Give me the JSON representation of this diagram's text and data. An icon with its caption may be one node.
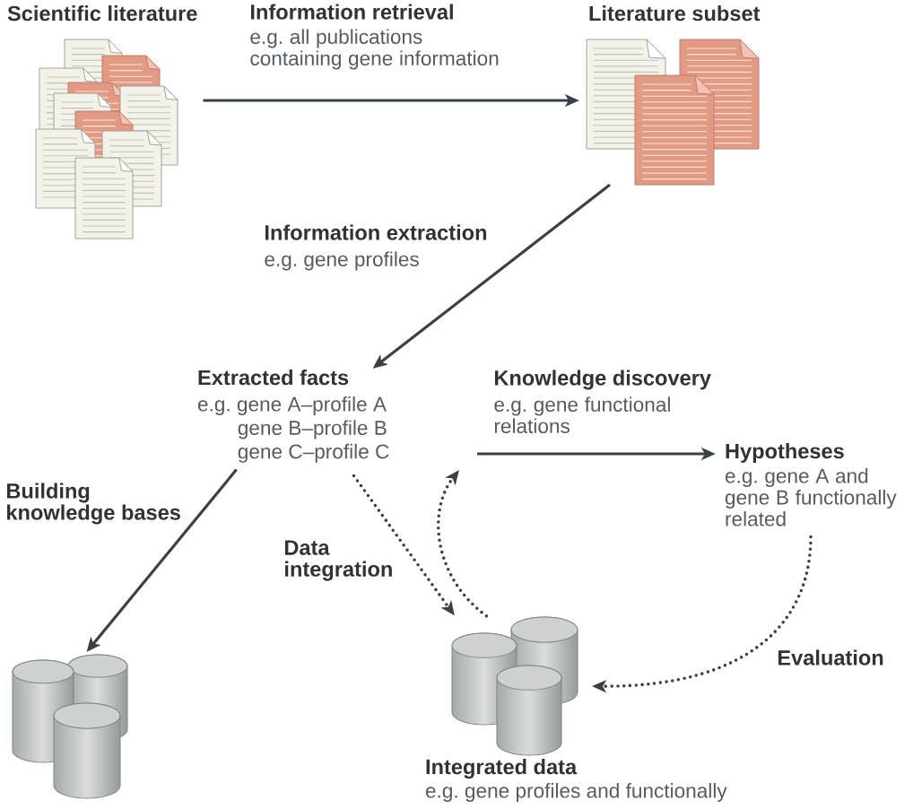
{
  "diagram": {
    "nodes": [
      {
        "text": [
          "Scientific literature"
        ]
      },
      {
        "text": [
          "Literature subset"
        ]
      },
      {
        "text": [
          "Extracted facts",
          "e.g. gene A–profile A gene B–profile B gene C–profile C"
        ]
      },
      {
        "text": [
          "Hypotheses",
          "e.g. gene A and gene B functionally related"
        ]
      },
      {
        "text": [],
        "shape": "cylinder"
      },
      {
        "text": [
          "Integrated data",
          "e.g. gene profiles and functionally"
        ]
      }
    ],
    "edges": [
      {
        "from": 0,
        "to": 1,
        "arrow": "to",
        "label": "Information retrieval"
      },
      {
        "from": 1,
        "to": 2,
        "arrow": "to",
        "label": "Information extraction"
      },
      {
        "from": 2,
        "to": 4,
        "arrow": "to",
        "label": "Building knowledge bases"
      },
      {
        "from": 2,
        "to": 5,
        "arrow": "to",
        "label": "Data integration",
        "style": "dashed"
      },
      {
        "from": 5,
        "to": null,
        "arrow": "to",
        "style": "dashed"
      },
      {
        "from": 2,
        "to": 3,
        "arrow": "to",
        "label": "Knowledge discovery"
      },
      {
        "from": 3,
        "to": 5,
        "arrow": "to",
        "label": "Evaluation",
        "style": "dashed"
      }
    ],
    "labels": [
      "e.g. all publications containing gene information",
      "e.g. gene profiles",
      "e.g. gene functional relations"
    ]
  }
}
